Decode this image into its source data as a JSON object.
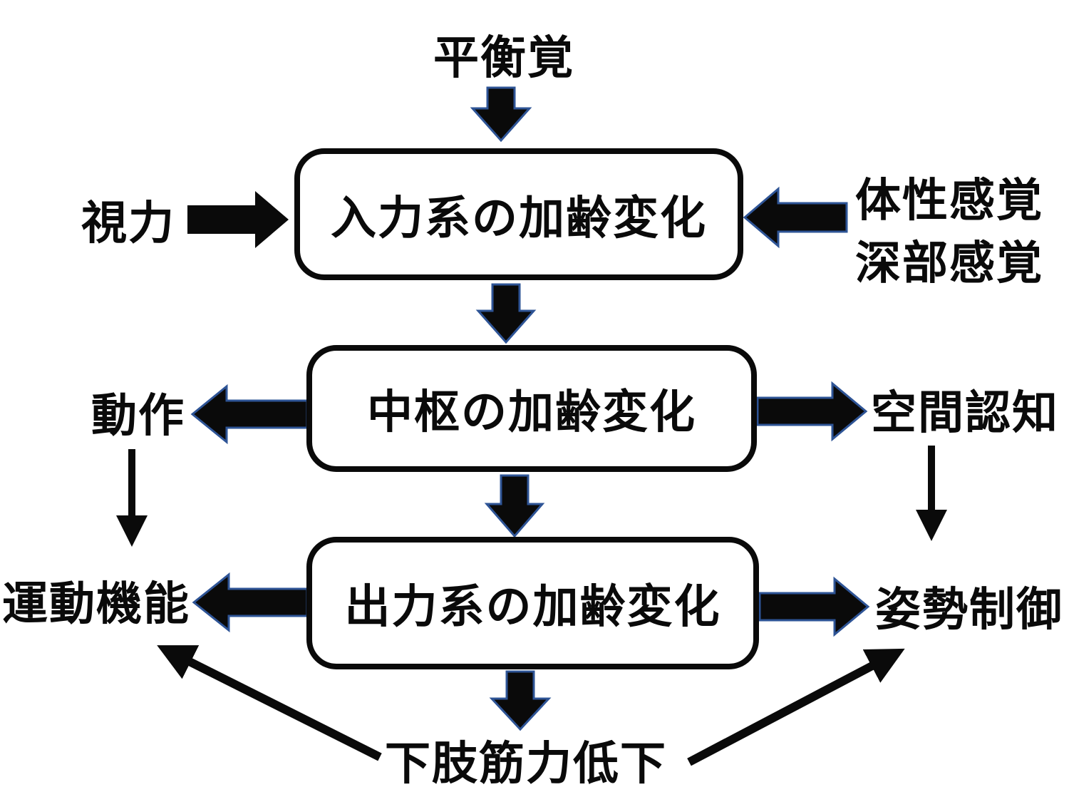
{
  "colors": {
    "background": "#ffffff",
    "text": "#0a0a0a",
    "box_border": "#0a0a0a",
    "arrow_fill": "#0a0a0a",
    "arrow_outline": "#2e5496"
  },
  "nodes": {
    "balance_sense": {
      "label": "平衡覚"
    },
    "vision": {
      "label": "視力"
    },
    "somatic": {
      "line1": "体性感覚",
      "line2": "深部感覚"
    },
    "input_box": {
      "label": "入力系の加齢変化"
    },
    "central_box": {
      "label": "中枢の加齢変化"
    },
    "output_box": {
      "label": "出力系の加齢変化"
    },
    "movement": {
      "label": "動作"
    },
    "spatial": {
      "label": "空間認知"
    },
    "motor_function": {
      "label": "運動機能"
    },
    "posture": {
      "label": "姿勢制御"
    },
    "leg_strength": {
      "label": "下肢筋力低下"
    }
  },
  "edges": [
    {
      "from": "平衡覚",
      "to": "入力系の加齢変化",
      "style": "block-arrow"
    },
    {
      "from": "視力",
      "to": "入力系の加齢変化",
      "style": "block-arrow"
    },
    {
      "from": "体性感覚・深部感覚",
      "to": "入力系の加齢変化",
      "style": "block-arrow"
    },
    {
      "from": "入力系の加齢変化",
      "to": "中枢の加齢変化",
      "style": "block-arrow"
    },
    {
      "from": "中枢の加齢変化",
      "to": "動作",
      "style": "block-arrow"
    },
    {
      "from": "中枢の加齢変化",
      "to": "空間認知",
      "style": "block-arrow"
    },
    {
      "from": "中枢の加齢変化",
      "to": "出力系の加齢変化",
      "style": "block-arrow"
    },
    {
      "from": "出力系の加齢変化",
      "to": "運動機能",
      "style": "block-arrow"
    },
    {
      "from": "出力系の加齢変化",
      "to": "姿勢制御",
      "style": "block-arrow"
    },
    {
      "from": "出力系の加齢変化",
      "to": "下肢筋力低下",
      "style": "block-arrow"
    },
    {
      "from": "動作",
      "to": "運動機能",
      "style": "thin-arrow"
    },
    {
      "from": "空間認知",
      "to": "姿勢制御",
      "style": "thin-arrow"
    },
    {
      "from": "下肢筋力低下",
      "to": "運動機能",
      "style": "thin-arrow"
    },
    {
      "from": "下肢筋力低下",
      "to": "姿勢制御",
      "style": "thin-arrow"
    }
  ]
}
